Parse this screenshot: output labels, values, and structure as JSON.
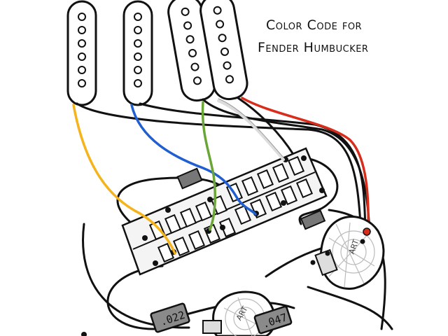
{
  "diagram": {
    "title_lines": [
      "Color Code for",
      "Fender Humbucker"
    ],
    "capacitors": [
      {
        "label": ".022"
      },
      {
        "label": ".047"
      }
    ],
    "pot_labels": [
      "ART",
      "ART"
    ],
    "wire_colors": {
      "yellow": "#f5b31c",
      "blue": "#1f5fd1",
      "green": "#6aa636",
      "white": "#e0e0e0",
      "red": "#d92d1c",
      "black": "#111111"
    }
  }
}
